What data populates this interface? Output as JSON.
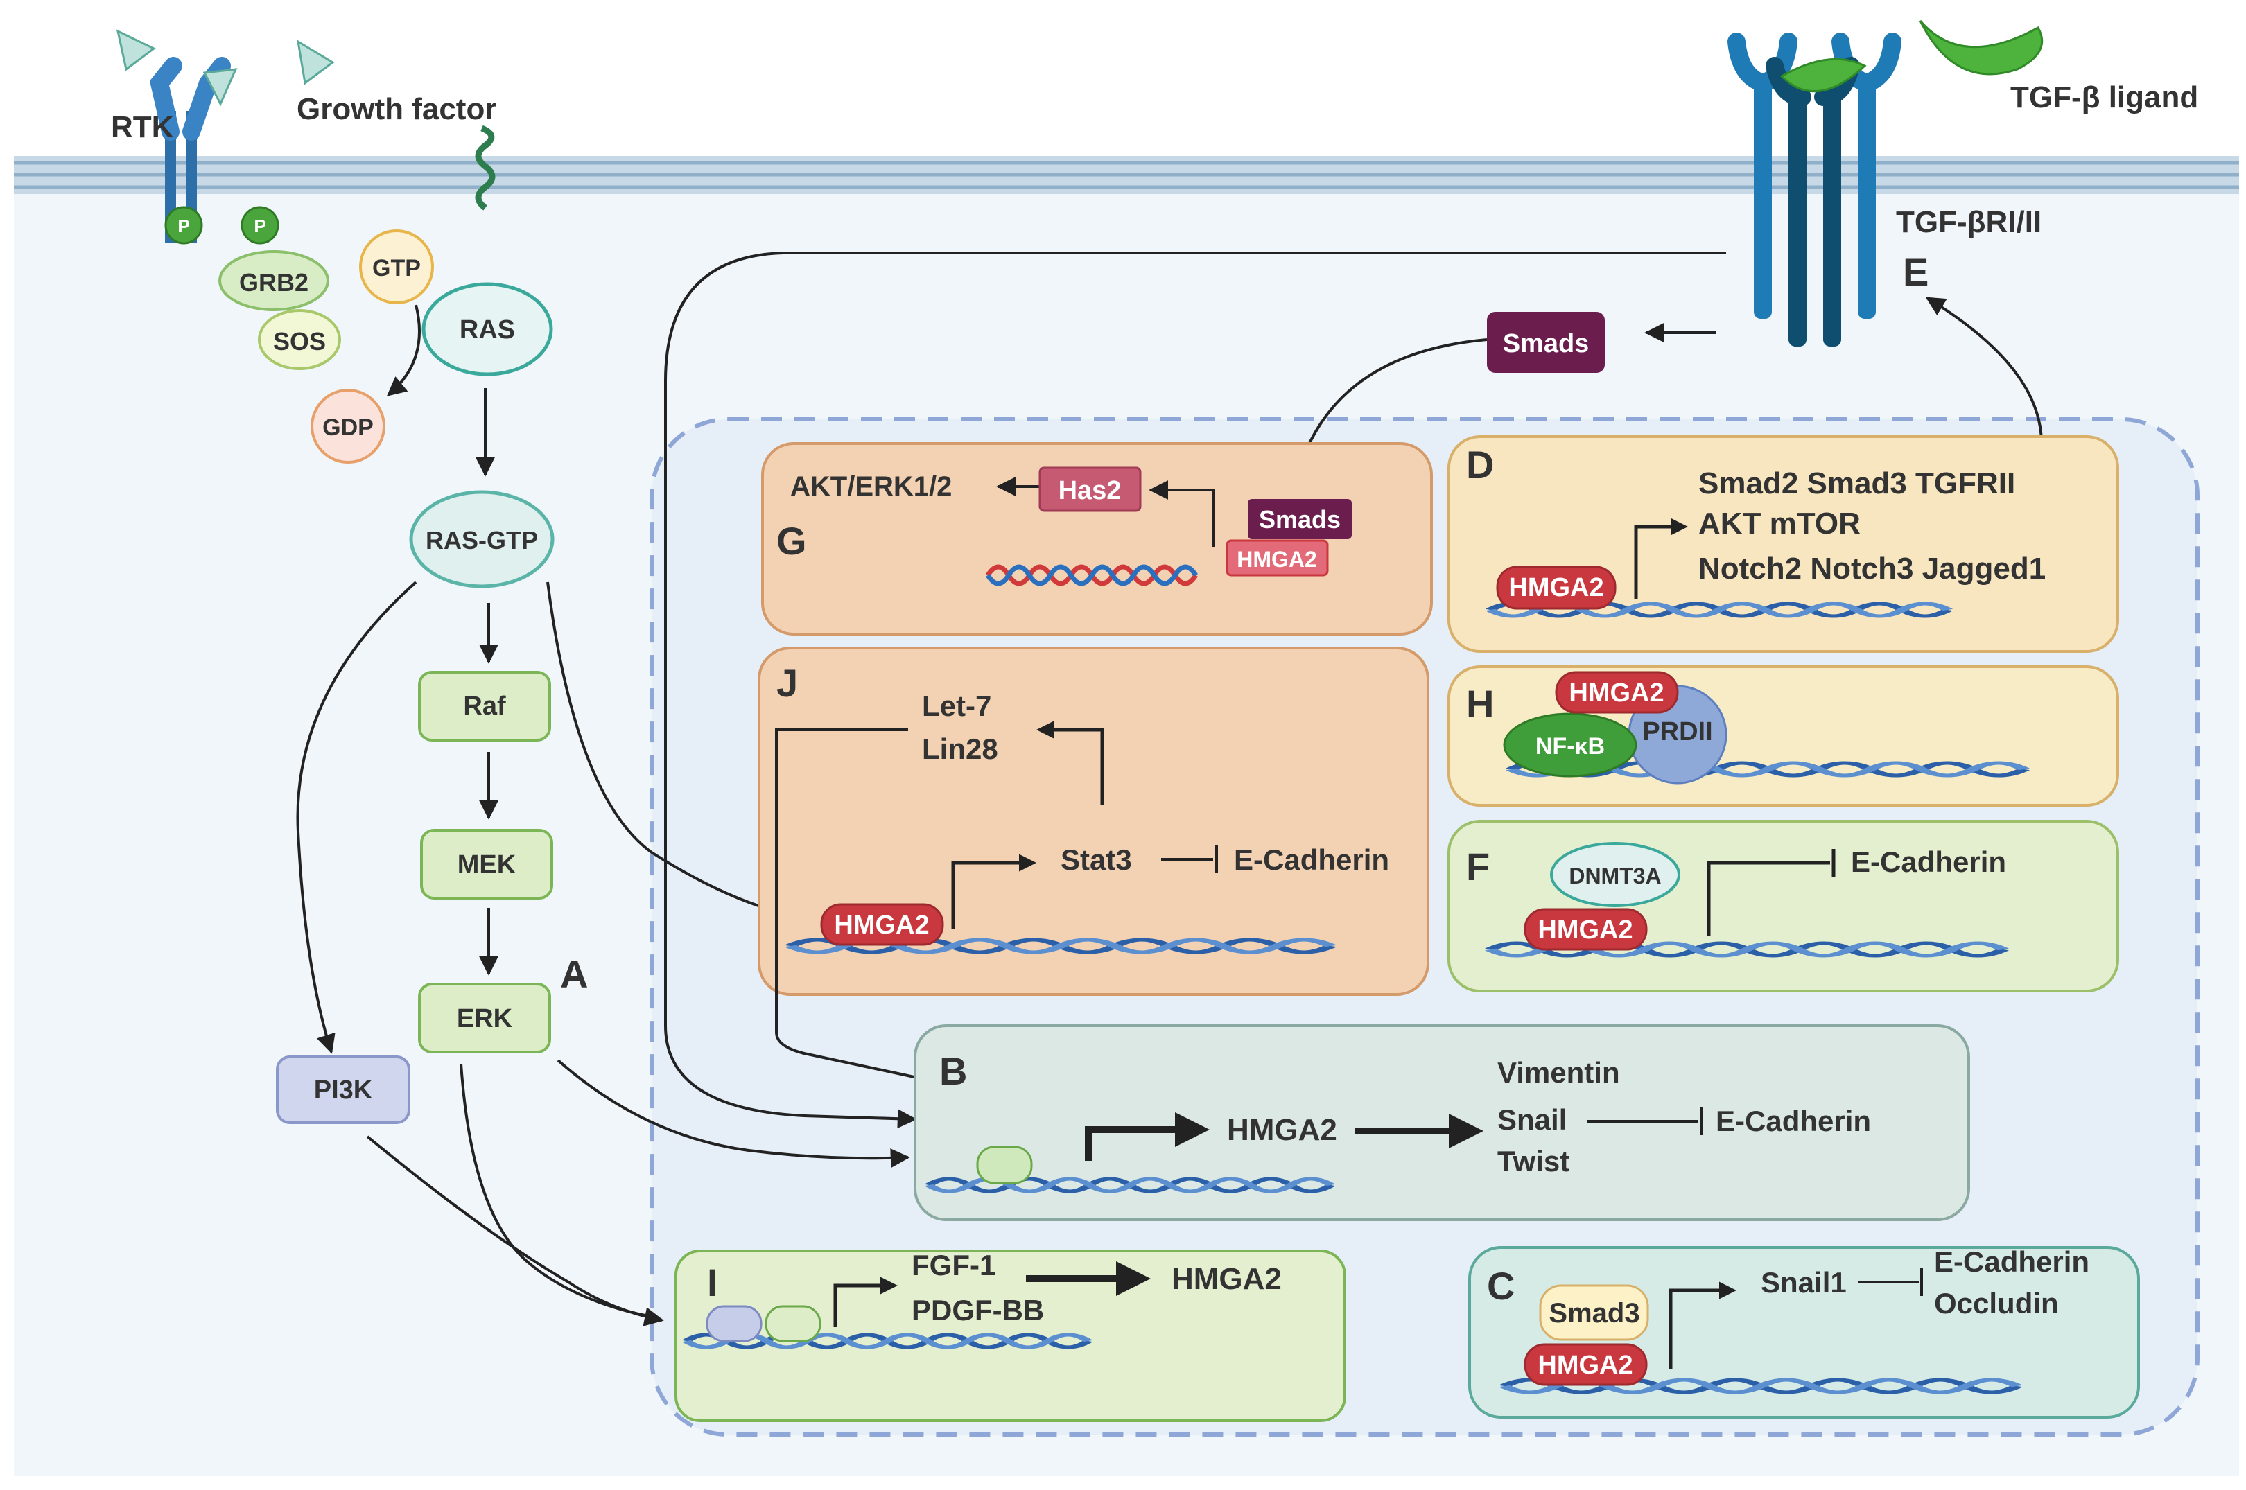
{
  "membrane": {
    "rtk_label": "RTK",
    "growth_factor_label": "Growth factor",
    "tgf_ligand_label": "TGF-β ligand",
    "tgf_receptor_label": "TGF-βRI/II",
    "phospho_label": "P"
  },
  "ras_pathway": {
    "grb2": "GRB2",
    "sos": "SOS",
    "gtp": "GTP",
    "gdp": "GDP",
    "ras": "RAS",
    "ras_gtp": "RAS-GTP",
    "raf": "Raf",
    "mek": "MEK",
    "erk": "ERK",
    "pi3k": "PI3K",
    "letter_a": "A"
  },
  "smads_cytoplasm": "Smads",
  "letter_e": "E",
  "panel_g": {
    "letter": "G",
    "akt_erk": "AKT/ERK1/2",
    "has2": "Has2",
    "smads": "Smads",
    "hmga2": "HMGA2"
  },
  "panel_d": {
    "letter": "D",
    "hmga2": "HMGA2",
    "row1": "Smad2  Smad3  TGFRII",
    "row2": "AKT  mTOR",
    "row3": "Notch2  Notch3  Jagged1"
  },
  "panel_j": {
    "letter": "J",
    "let7": "Let-7",
    "lin28": "Lin28",
    "stat3": "Stat3",
    "ecadherin": "E-Cadherin",
    "hmga2": "HMGA2"
  },
  "panel_h": {
    "letter": "H",
    "hmga2": "HMGA2",
    "nfkb": "NF-κB",
    "prdii": "PRDII"
  },
  "panel_f": {
    "letter": "F",
    "dnmt3a": "DNMT3A",
    "hmga2": "HMGA2",
    "ecadherin": "E-Cadherin"
  },
  "panel_b": {
    "letter": "B",
    "hmga2": "HMGA2",
    "vimentin": "Vimentin",
    "snail": "Snail",
    "twist": "Twist",
    "ecadherin": "E-Cadherin"
  },
  "panel_i": {
    "letter": "I",
    "fgf1": "FGF-1",
    "pdgfbb": "PDGF-BB",
    "hmga2": "HMGA2"
  },
  "panel_c": {
    "letter": "C",
    "smad3": "Smad3",
    "hmga2": "HMGA2",
    "snail1": "Snail1",
    "ecadherin": "E-Cadherin",
    "occludin": "Occludin"
  },
  "colors": {
    "membrane": "#a9c4d8",
    "cytoplasm": "#f1f6fb",
    "nucleus_border": "#8fa7d6",
    "orange_panel": "#f2d2b3",
    "yellow_panel": "#f8ecc6",
    "green_panel": "#e4efd0",
    "teal_panel": "#dce8e4",
    "hmga2_red": "#c9383e",
    "smads_purple": "#6b1e4e",
    "tgf_green": "#4db33d",
    "dna_blue": "#2b5fa8"
  }
}
